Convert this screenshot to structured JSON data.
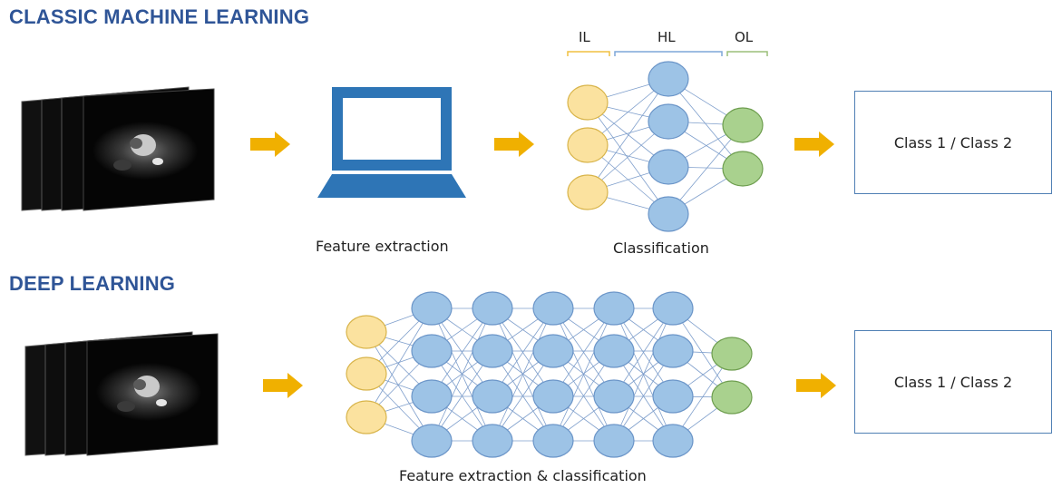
{
  "sections": {
    "classic": {
      "title": "CLASSIC MACHINE LEARNING"
    },
    "deep": {
      "title": "DEEP LEARNING"
    }
  },
  "classic": {
    "feature_caption": "Feature extraction",
    "classification_caption": "Classification",
    "layer_labels": {
      "input": "IL",
      "hidden": "HL",
      "output": "OL"
    },
    "output_box": "Class 1 / Class 2",
    "network": {
      "input_nodes": 3,
      "hidden_layers": 1,
      "hidden_nodes": 4,
      "output_nodes": 2
    }
  },
  "deep": {
    "caption": "Feature extraction & classification",
    "output_box": "Class 1 / Class 2",
    "network": {
      "input_nodes": 3,
      "hidden_layers": 5,
      "hidden_nodes": 4,
      "output_nodes": 2
    }
  },
  "colors": {
    "title": "#2f5597",
    "input_node": "#fbe29f",
    "hidden_node": "#9dc3e6",
    "output_node": "#a9d18e",
    "arrow": "#f0b000",
    "laptop": "#2e75b6",
    "box_border": "#4f7fb4"
  }
}
